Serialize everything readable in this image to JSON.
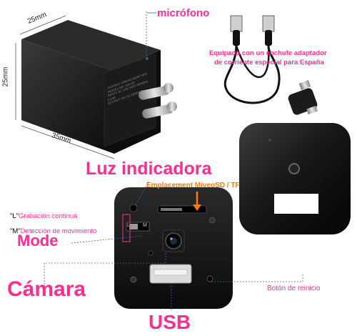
{
  "dimensions": {
    "width": "25mm",
    "height": "25mm",
    "depth": "35mm"
  },
  "adapter_print": {
    "line1": "DOUBLE USB AC ADAPTER",
    "line2": "MODEL NO: HW-20",
    "line3": "INPUT: AC 100-240V 50/60Hz 0.15A",
    "line4": "OUTPUT: DC 5V 1000mA"
  },
  "labels": {
    "microfono": "micrófono",
    "equipado_line1": "Equipado con un enchufe adaptador",
    "equipado_line2": "de corriente especial para España",
    "luz_indicadora": "Luz indicadora",
    "emplacement": "Emplacement MiveoSD / TF",
    "mode_l_key": "\"L\"",
    "mode_l_desc": "Grabación continua",
    "mode_m_key": "\"M\"",
    "mode_m_desc": "Detección de movimiento",
    "mode": "Mode",
    "camara": "Cámara",
    "boton_reinicio": "Botón de reinicio",
    "usb": "USB",
    "switch_l": "L",
    "switch_m": "M"
  },
  "colors": {
    "accent_pink": "#ff2d8f",
    "accent_orange": "#ff7a00",
    "device_black": "#111111",
    "leader_blue": "#3a6ea5"
  }
}
